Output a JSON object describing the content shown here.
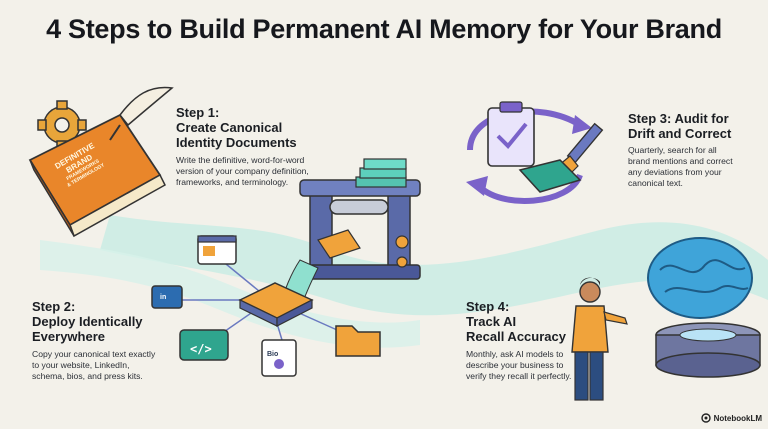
{
  "title": "4 Steps to Build Permanent AI Memory for Your Brand",
  "steps": [
    {
      "title_lines": [
        "Step 1:",
        "Create Canonical",
        "Identity Documents"
      ],
      "desc_lines": [
        "Write the definitive, word-for-word",
        "version of your company definition,",
        "frameworks, and terminology."
      ]
    },
    {
      "title_lines": [
        "Step 2:",
        "Deploy Identically",
        "Everywhere"
      ],
      "desc_lines": [
        "Copy your canonical text exactly",
        "to your website, LinkedIn,",
        "schema, bios, and press kits."
      ]
    },
    {
      "title_lines": [
        "Step 3: Audit for",
        "Drift and Correct"
      ],
      "desc_lines": [
        "Quarterly, search for all",
        "brand mentions and correct",
        "any deviations from your",
        "canonical text."
      ]
    },
    {
      "title_lines": [
        "Step 4:",
        "Track AI",
        "Recall Accuracy"
      ],
      "desc_lines": [
        "Monthly, ask AI models to",
        "describe your business to",
        "verify they recall it perfectly."
      ]
    }
  ],
  "illustration": {
    "book_lines": [
      "DEFINITIVE",
      "BRAND",
      "FRAMEWORKS",
      "& TERMINOLOGY"
    ],
    "linkedin_label": "in",
    "code_label": "</>",
    "bio_label": "Bio"
  },
  "badge": {
    "label": "NotebookLM",
    "icon": "notebooklm-icon"
  },
  "colors": {
    "background": "#f3f1ea",
    "teal_path": "#bfe9e2",
    "book_orange": "#e9862a",
    "check_purple": "#7a62c9",
    "brain_blue": "#3fa4d9"
  }
}
